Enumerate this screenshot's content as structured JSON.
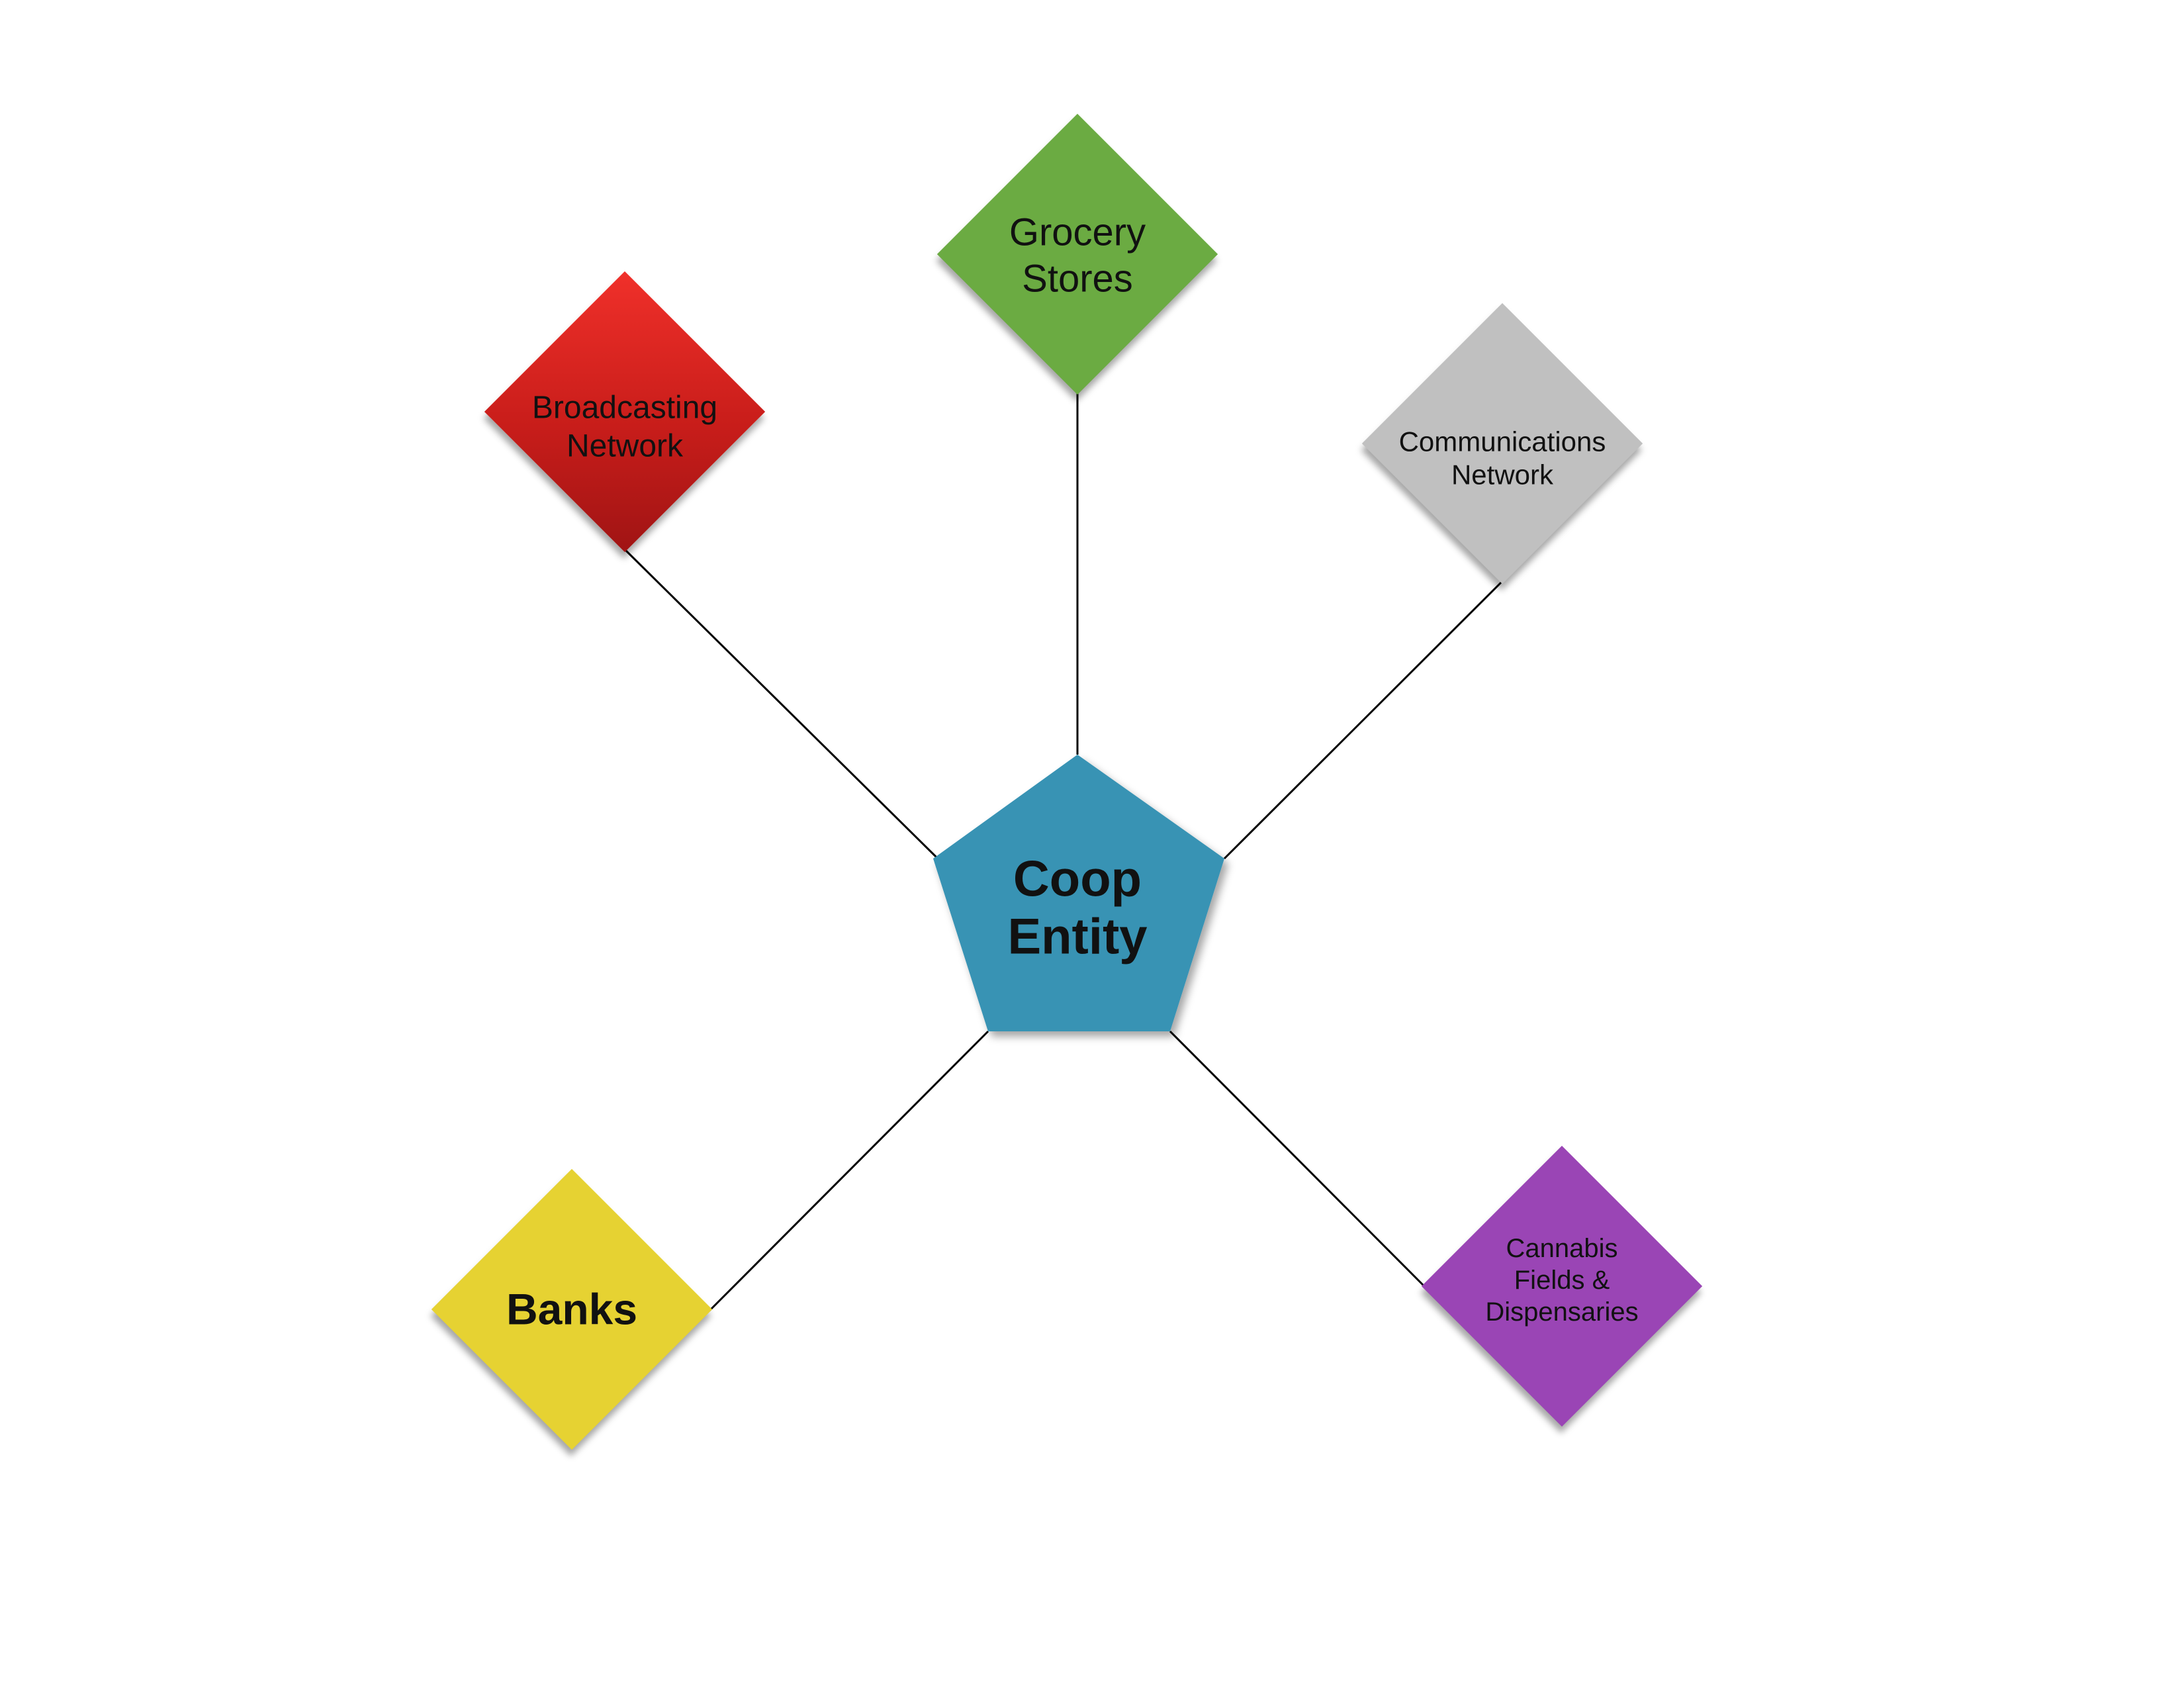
{
  "diagram": {
    "center": {
      "label": "Coop\nEntity",
      "color": "#3893b4"
    },
    "nodes": [
      {
        "id": "broadcasting",
        "label": "Broadcasting\nNetwork",
        "color": "#c81d1a"
      },
      {
        "id": "grocery",
        "label": "Grocery\nStores",
        "color": "#6bab42"
      },
      {
        "id": "communications",
        "label": "Communications\nNetwork",
        "color": "#c0c0c0"
      },
      {
        "id": "banks",
        "label": "Banks",
        "color": "#e6d232"
      },
      {
        "id": "cannabis",
        "label": "Cannabis\nFields &\nDispensaries",
        "color": "#9a45b5"
      }
    ]
  }
}
